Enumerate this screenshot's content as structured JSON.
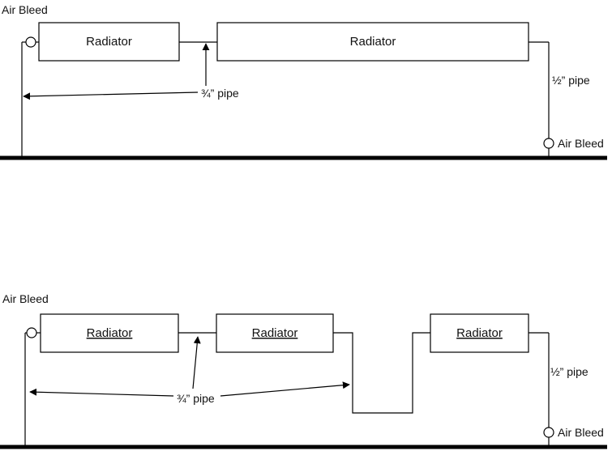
{
  "diagram1": {
    "air_bleed_top": "Air Bleed",
    "air_bleed_bottom": "Air Bleed",
    "radiator_1": "Radiator",
    "radiator_2": "Radiator",
    "pipe_large": "¾” pipe",
    "pipe_small": "½” pipe"
  },
  "diagram2": {
    "air_bleed_top": "Air Bleed",
    "air_bleed_bottom": "Air Bleed",
    "radiator_1": "Radiator",
    "radiator_2": "Radiator",
    "radiator_3": "Radiator",
    "pipe_large": "¾” pipe",
    "pipe_small": "½” pipe"
  }
}
